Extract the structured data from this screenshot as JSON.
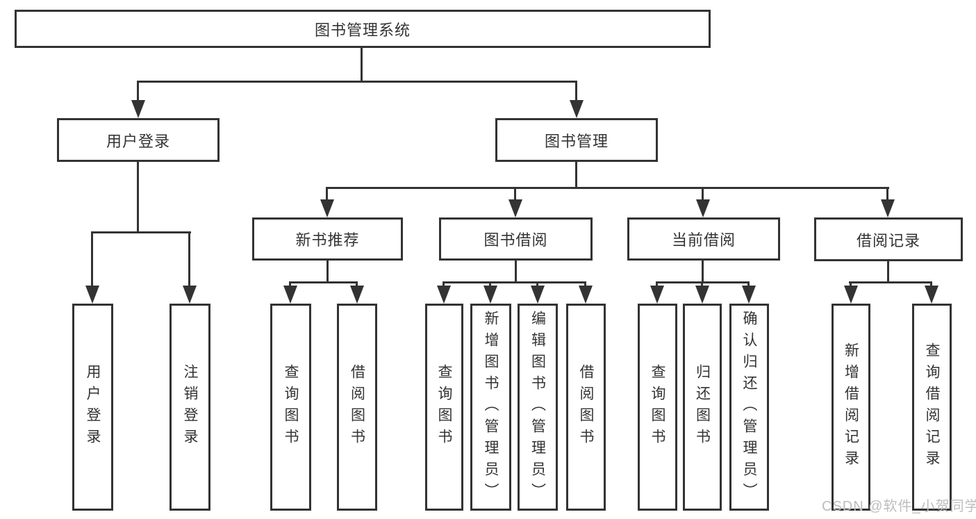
{
  "diagram_title": "图书管理系统",
  "tree": {
    "label": "图书管理系统",
    "children": [
      {
        "label": "用户登录",
        "children": [
          {
            "label": "用户登录"
          },
          {
            "label": "注销登录"
          }
        ]
      },
      {
        "label": "图书管理",
        "children": [
          {
            "label": "新书推荐",
            "children": [
              {
                "label": "查询图书"
              },
              {
                "label": "借阅图书"
              }
            ]
          },
          {
            "label": "图书借阅",
            "children": [
              {
                "label": "查询图书"
              },
              {
                "label": "新增图书（管理员）"
              },
              {
                "label": "编辑图书（管理员）"
              },
              {
                "label": "借阅图书"
              }
            ]
          },
          {
            "label": "当前借阅",
            "children": [
              {
                "label": "查询图书"
              },
              {
                "label": "归还图书"
              },
              {
                "label": "确认归还（管理员）"
              }
            ]
          },
          {
            "label": "借阅记录",
            "children": [
              {
                "label": "新增借阅记录"
              },
              {
                "label": "查询借阅记录"
              }
            ]
          }
        ]
      }
    ]
  },
  "watermark": {
    "text": "CSDN @软件_小贺同学"
  },
  "colors": {
    "line": "#333333",
    "background": "#ffffff",
    "watermark_gray": "#bdbdbd"
  }
}
